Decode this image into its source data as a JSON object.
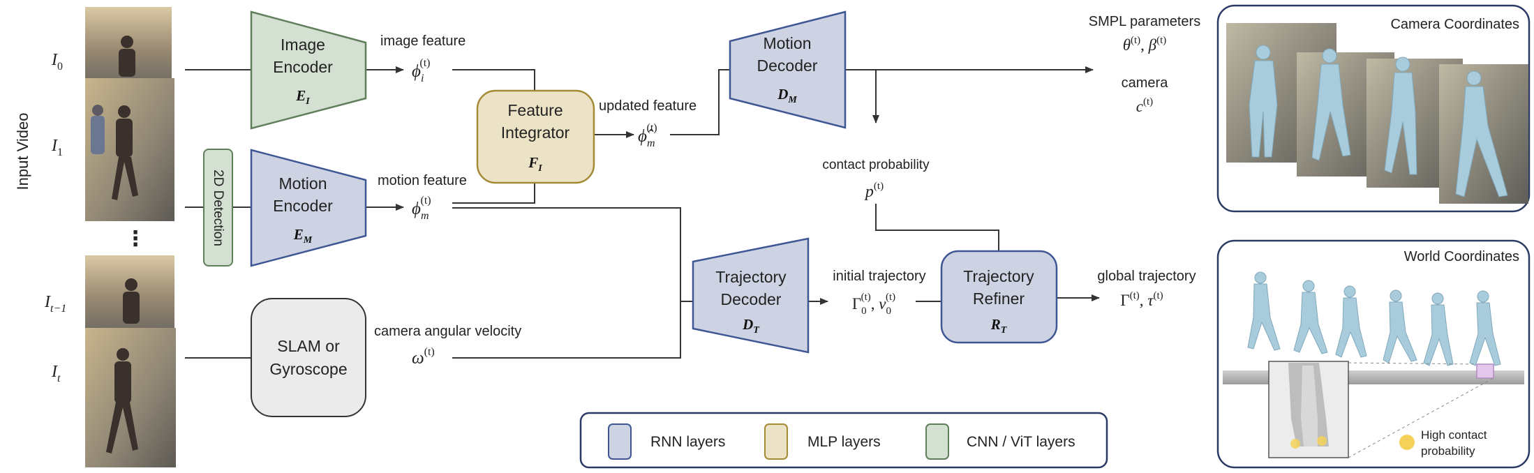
{
  "input": {
    "axis_label": "Input Video",
    "frames": [
      {
        "base": "I",
        "sub": "0"
      },
      {
        "base": "I",
        "sub": "1"
      },
      {
        "base": "I",
        "sub": "t−1"
      },
      {
        "base": "I",
        "sub": "t"
      }
    ],
    "ellipsis": "⋮"
  },
  "modules": {
    "image_encoder": {
      "line1": "Image",
      "line2": "Encoder",
      "sym": "E",
      "sub": "I"
    },
    "motion_encoder": {
      "line1": "Motion",
      "line2": "Encoder",
      "sym": "E",
      "sub": "M"
    },
    "detection_2d": "2D Detection",
    "slam": {
      "line1": "SLAM or",
      "line2": "Gyroscope"
    },
    "feature_integrator": {
      "line1": "Feature",
      "line2": "Integrator",
      "sym": "F",
      "sub": "I"
    },
    "motion_decoder": {
      "line1": "Motion",
      "line2": "Decoder",
      "sym": "D",
      "sub": "M"
    },
    "trajectory_decoder": {
      "line1": "Trajectory",
      "line2": "Decoder",
      "sym": "D",
      "sub": "T"
    },
    "trajectory_refiner": {
      "line1": "Trajectory",
      "line2": "Refiner",
      "sym": "R",
      "sub": "T"
    }
  },
  "labels": {
    "image_feature": "image feature",
    "motion_feature": "motion feature",
    "updated_feature": "updated feature",
    "camera_angular_velocity": "camera angular velocity",
    "smpl_parameters": "SMPL parameters",
    "camera": "camera",
    "contact_probability": "contact probability",
    "initial_trajectory": "initial trajectory",
    "global_trajectory": "global trajectory"
  },
  "math": {
    "phi_i": {
      "base": "ϕ",
      "sub": "i",
      "sup": "(t)"
    },
    "phi_m": {
      "base": "ϕ",
      "sub": "m",
      "sup": "(t)"
    },
    "phi_m_hat": {
      "base": "ϕ̂",
      "sub": "m",
      "sup": "(t)"
    },
    "omega": {
      "base": "ω",
      "sup": "(t)"
    },
    "smpl": {
      "a": "θ",
      "b": "β",
      "sup": "(t)",
      "sep": ", "
    },
    "camera_c": {
      "base": "c",
      "sup": "(t)"
    },
    "contact_p": {
      "base": "p",
      "sup": "(t)"
    },
    "init_traj": {
      "a": "Γ",
      "a_sub": "0",
      "b": "v",
      "b_sub": "0",
      "sup": "(t)",
      "sep": ", "
    },
    "global_traj": {
      "a": "Γ",
      "b": "τ",
      "sup": "(t)",
      "sep": ", "
    }
  },
  "panels": {
    "camera_coordinates": "Camera Coordinates",
    "world_coordinates": "World Coordinates",
    "high_contact": {
      "line1": "High contact",
      "line2": "probability"
    }
  },
  "legend": {
    "rnn": "RNN layers",
    "mlp": "MLP layers",
    "cnn": "CNN / ViT layers"
  },
  "colors": {
    "rnn_fill": "#cdd3e2",
    "rnn_stroke": "#3f5694",
    "mlp_fill": "#ece3c6",
    "mlp_stroke": "#a58a35",
    "cnn_fill": "#d4e0d2",
    "cnn_stroke": "#5f7e5a",
    "slam_fill": "#ebebeb",
    "panel_stroke": "#2b3a64",
    "mesh": "#a9ccdc",
    "contact_dot": "#f4d25a"
  }
}
